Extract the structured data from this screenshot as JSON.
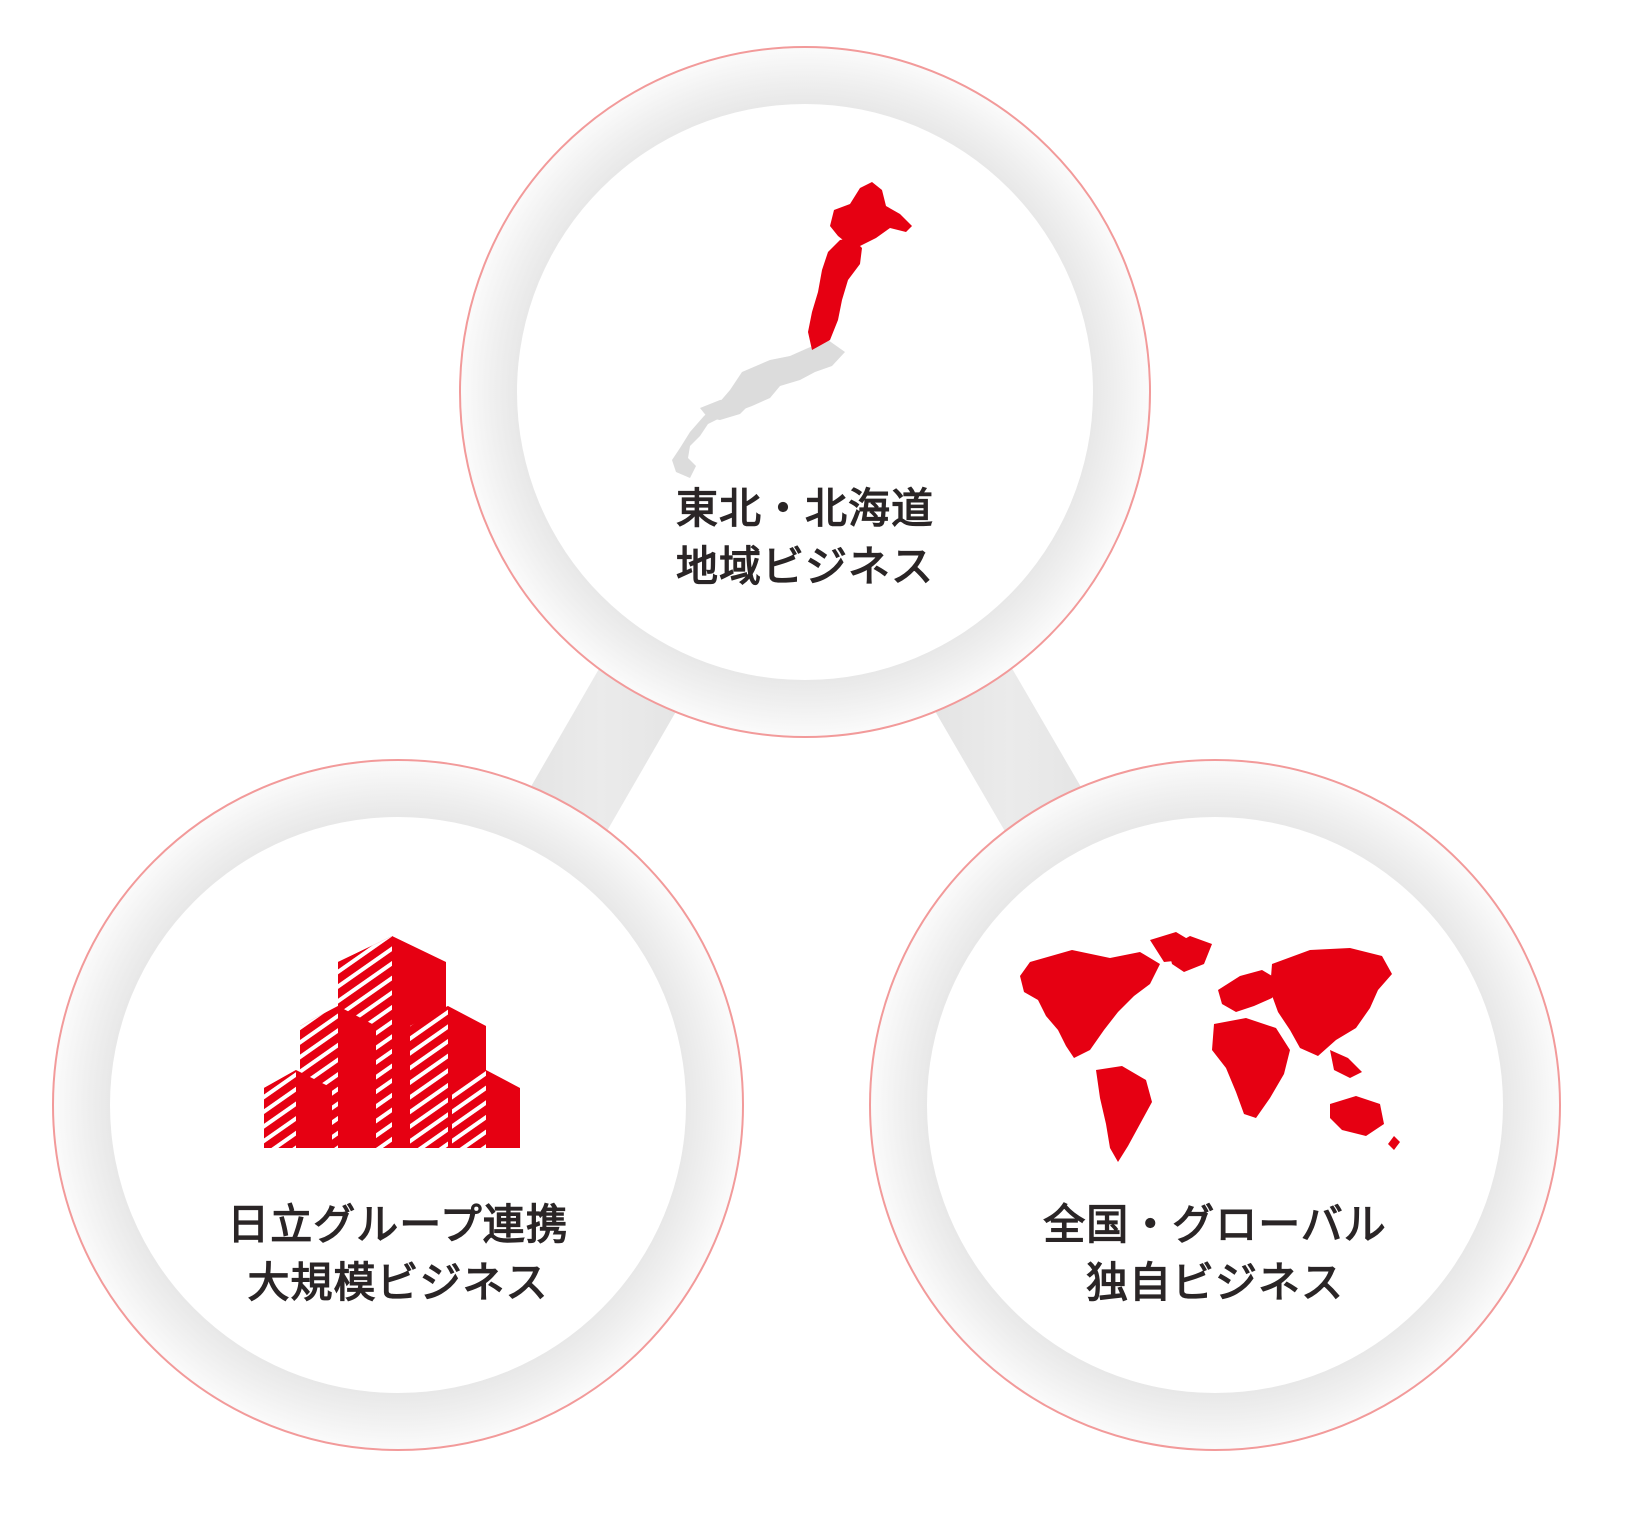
{
  "accent_color": "#e60012",
  "map_gray": "#dcdcdc",
  "ring_stroke": "#f29a9a",
  "nodes": [
    {
      "id": "tohoku-hokkaido",
      "icon": "japan-map-icon",
      "lines": [
        "東北・北海道",
        "地域ビジネス"
      ]
    },
    {
      "id": "hitachi-group",
      "icon": "buildings-icon",
      "lines": [
        "日立グループ連携",
        "大規模ビジネス"
      ]
    },
    {
      "id": "global",
      "icon": "world-map-icon",
      "lines": [
        "全国・グローバル",
        "独自ビジネス"
      ]
    }
  ]
}
